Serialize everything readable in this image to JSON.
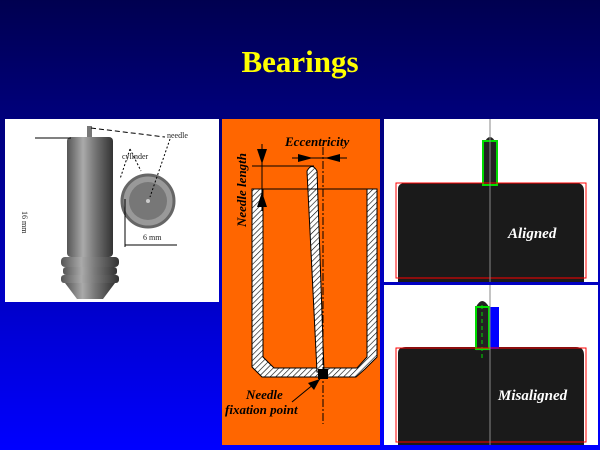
{
  "slide": {
    "title": "Bearings"
  },
  "photo": {
    "labels": {
      "needle": "needle",
      "cylinder": "cylinder",
      "length": "16 mm",
      "diameter": "6 mm"
    }
  },
  "diagram": {
    "labels": {
      "eccentricity": "Eccentricity",
      "needle_length": "Needle length",
      "fixation_line1": "Needle",
      "fixation_line2": "fixation point"
    }
  },
  "camera": {
    "aligned_label": "Aligned",
    "misaligned_label": "Misaligned"
  },
  "colors": {
    "title": "#ffff00",
    "diagram_bg": "#ff6600",
    "outline_red": "#ff0000",
    "outline_green": "#00cc00",
    "offset_blue": "#0000ff"
  }
}
